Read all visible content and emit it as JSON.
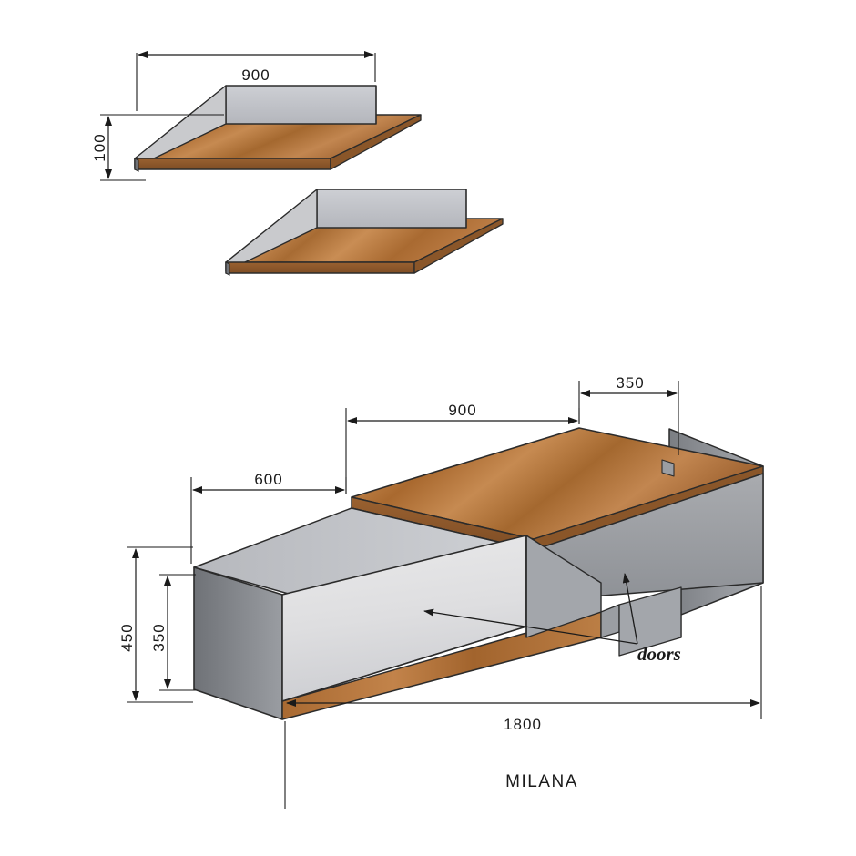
{
  "diagram": {
    "title": "MILANA",
    "product_label": "MILANA",
    "annotations": [
      {
        "name": "doors",
        "text": "doors"
      }
    ],
    "shelf_dimensions": [
      {
        "name": "shelf-width",
        "value": "900",
        "orientation": "horizontal"
      },
      {
        "name": "shelf-height",
        "value": "100",
        "orientation": "vertical"
      }
    ],
    "cabinet_dimensions": [
      {
        "name": "top-panel-width",
        "value": "900",
        "orientation": "horizontal"
      },
      {
        "name": "right-section-width",
        "value": "350",
        "orientation": "horizontal"
      },
      {
        "name": "left-section-width",
        "value": "600",
        "orientation": "horizontal"
      },
      {
        "name": "total-height",
        "value": "450",
        "orientation": "vertical"
      },
      {
        "name": "lower-body-height",
        "value": "350",
        "orientation": "vertical"
      },
      {
        "name": "total-width",
        "value": "1800",
        "orientation": "horizontal"
      }
    ],
    "colors": {
      "wood": "#b5763f",
      "wood_light": "#c98c52",
      "wood_dark": "#8f5b2e",
      "panel_light": "#e2e2e4",
      "panel_mid": "#b9bbc0",
      "panel_gray": "#9a9da3",
      "panel_dark": "#76797e",
      "line": "#2b2b2b",
      "text": "#1a1a1a"
    }
  }
}
